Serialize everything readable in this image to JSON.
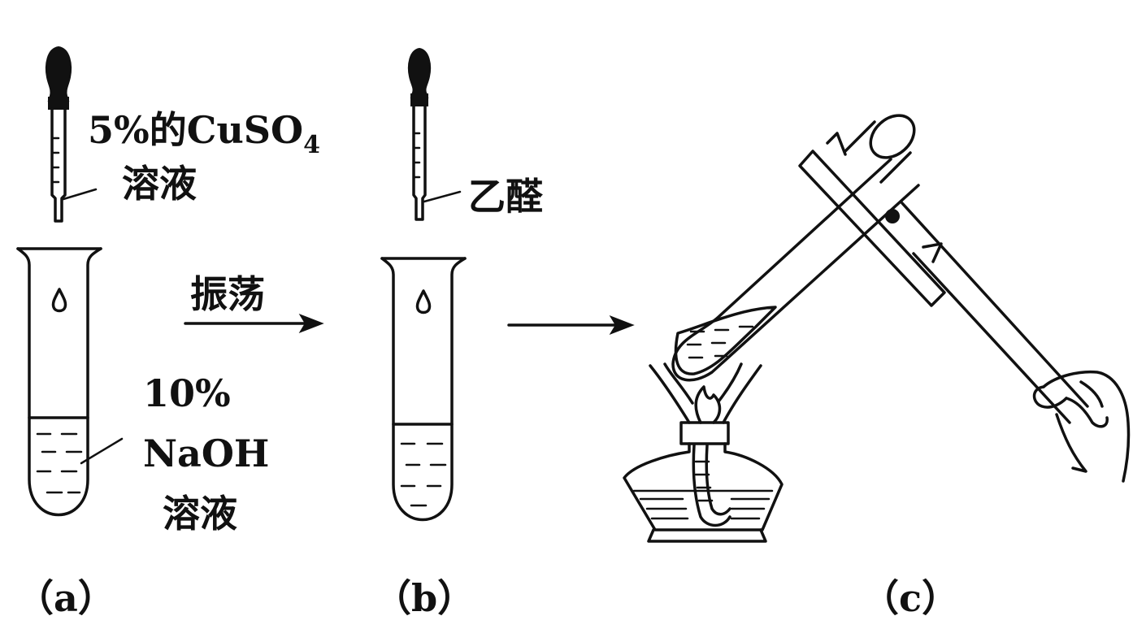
{
  "panel_a": {
    "dropper_label_main": "5%的CuSO",
    "dropper_label_sub": "4",
    "dropper_label_line2": "溶液",
    "tube_label_line1": "10%",
    "tube_label_line2": "NaOH",
    "tube_label_line3": "溶液",
    "caption": "（a）"
  },
  "arrow_ab": {
    "label": "振荡"
  },
  "panel_b": {
    "dropper_label": "乙醛",
    "caption": "（b）"
  },
  "panel_c": {
    "caption": "（c）"
  },
  "colors": {
    "ink": "#111111",
    "background": "#ffffff"
  }
}
